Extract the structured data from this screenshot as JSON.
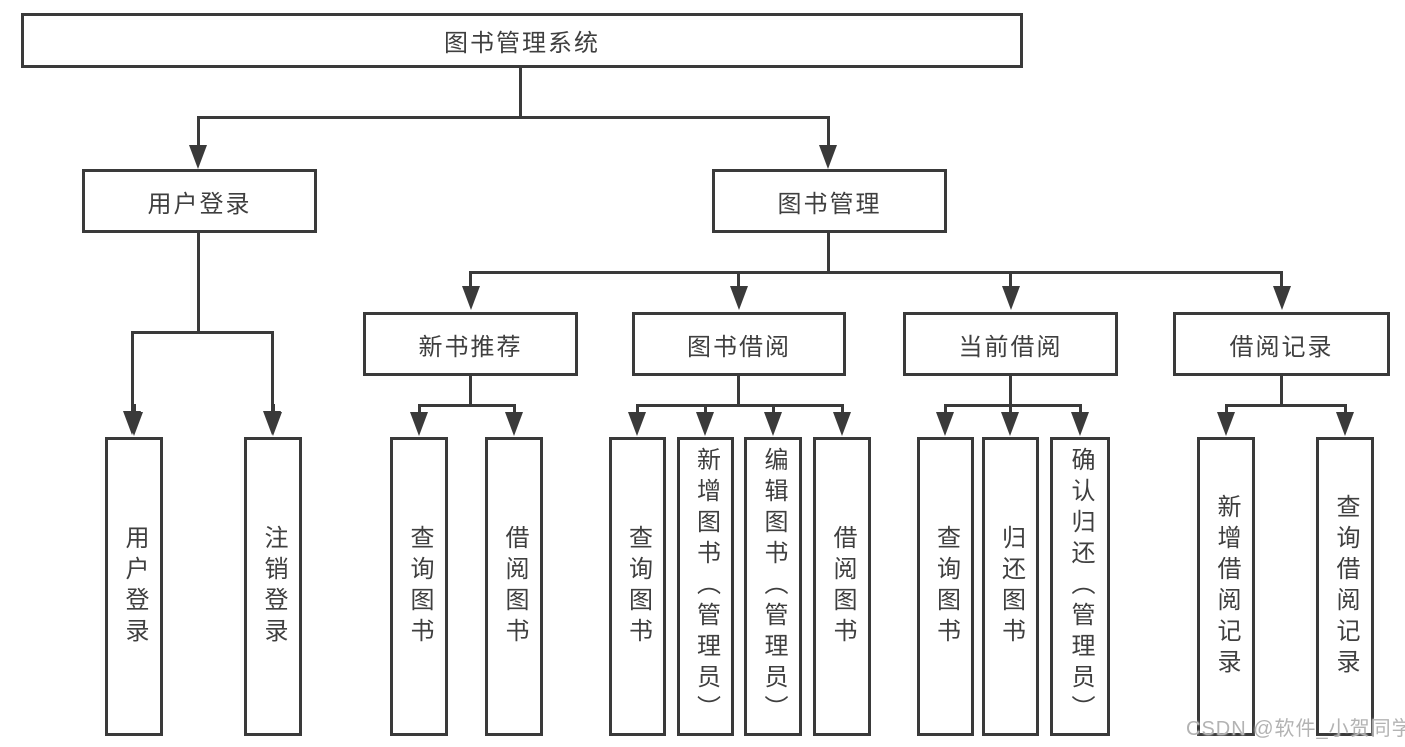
{
  "diagram": {
    "tree": {
      "root": "图书管理系统",
      "children": [
        {
          "label": "用户登录",
          "children": [
            "用户登录",
            "注销登录"
          ]
        },
        {
          "label": "图书管理",
          "children": [
            {
              "label": "新书推荐",
              "children": [
                "查询图书",
                "借阅图书"
              ]
            },
            {
              "label": "图书借阅",
              "children": [
                "查询图书",
                "新增图书（管理员）",
                "编辑图书（管理员）",
                "借阅图书"
              ]
            },
            {
              "label": "当前借阅",
              "children": [
                "查询图书",
                "归还图书",
                "确认归还（管理员）"
              ]
            },
            {
              "label": "借阅记录",
              "children": [
                "新增借阅记录",
                "查询借阅记录"
              ]
            }
          ]
        }
      ]
    },
    "watermark": "CSDN @软件_小贺同学",
    "colors": {
      "line": "#3a3a3a",
      "text": "#3f3f3f",
      "watermark": "#b3b3b3",
      "background": "#ffffff"
    }
  }
}
